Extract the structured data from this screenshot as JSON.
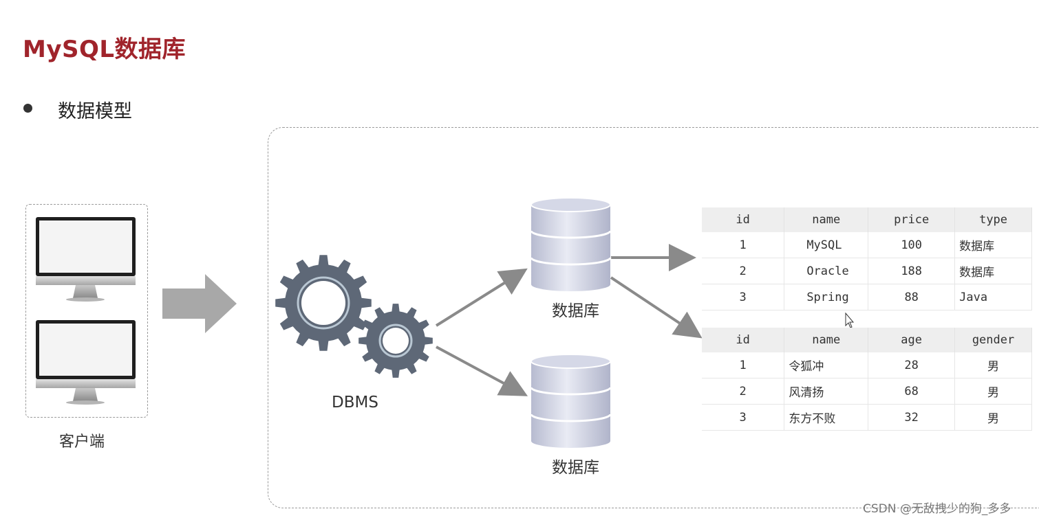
{
  "title": "MySQL数据库",
  "bullet": "数据模型",
  "client_label": "客户端",
  "dbms_label": "DBMS",
  "database_labels": [
    "数据库",
    "数据库"
  ],
  "table1": {
    "headers": [
      "id",
      "name",
      "price",
      "type"
    ],
    "rows": [
      [
        "1",
        "MySQL",
        "100",
        "数据库"
      ],
      [
        "2",
        "Oracle",
        "188",
        "数据库"
      ],
      [
        "3",
        "Spring",
        "88",
        "Java"
      ]
    ]
  },
  "table2": {
    "headers": [
      "id",
      "name",
      "age",
      "gender"
    ],
    "rows": [
      [
        "1",
        "令狐冲",
        "28",
        "男"
      ],
      [
        "2",
        "风清扬",
        "68",
        "男"
      ],
      [
        "3",
        "东方不败",
        "32",
        "男"
      ]
    ]
  },
  "watermark": "CSDN @无敌拽少的狗_多多",
  "colors": {
    "title": "#a0242b",
    "gear": "#5e6877",
    "arrow": "#8a8a8a",
    "cylinder": "#c7cadd"
  }
}
